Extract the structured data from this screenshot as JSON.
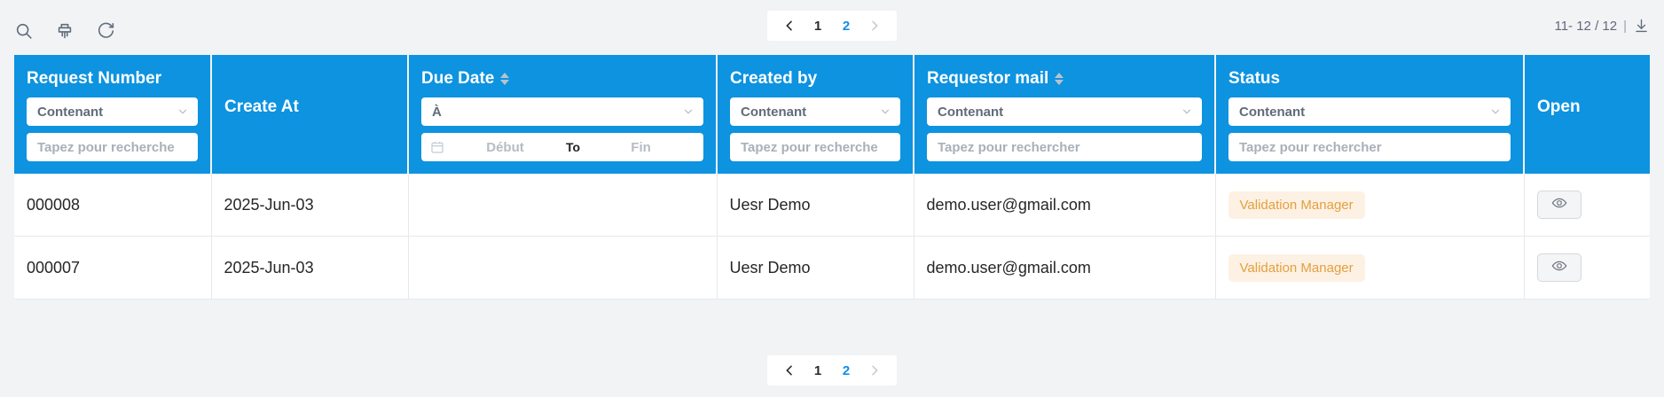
{
  "toolbar": {
    "icons": [
      {
        "name": "search-icon",
        "label": "Search"
      },
      {
        "name": "clear-filter-icon",
        "label": "Clear filters"
      },
      {
        "name": "refresh-icon",
        "label": "Refresh"
      }
    ]
  },
  "pagination": {
    "prev_label": "‹",
    "next_label": "›",
    "pages": [
      "1",
      "2"
    ],
    "active_page": "2",
    "prev_enabled": true,
    "next_enabled": false
  },
  "record_count": {
    "range_text": "11- 12 / 12",
    "separator": "|",
    "download_icon": "download-icon"
  },
  "colors": {
    "header_blue": "#0d93e0",
    "accent_blue": "#108ee9",
    "badge_text": "#e3a040",
    "badge_bg": "#fdf1e3",
    "page_bg": "#f2f3f5"
  },
  "table": {
    "columns": [
      {
        "key": "request_number",
        "title": "Request Number",
        "sortable": false,
        "filter_type": "select-and-text",
        "select_value": "Contenant",
        "input_placeholder": "Tapez pour recherche"
      },
      {
        "key": "create_at",
        "title": "Create At",
        "sortable": false,
        "filter_type": "none"
      },
      {
        "key": "due_date",
        "title": "Due Date",
        "sortable": true,
        "filter_type": "select-and-daterange",
        "select_value": "À",
        "date_start_placeholder": "Début",
        "date_to_label": "To",
        "date_end_placeholder": "Fin"
      },
      {
        "key": "created_by",
        "title": "Created by",
        "sortable": false,
        "filter_type": "select-and-text",
        "select_value": "Contenant",
        "input_placeholder": "Tapez pour recherche"
      },
      {
        "key": "requestor_mail",
        "title": "Requestor mail",
        "sortable": true,
        "filter_type": "select-and-text",
        "select_value": "Contenant",
        "input_placeholder": "Tapez pour rechercher"
      },
      {
        "key": "status",
        "title": "Status",
        "sortable": false,
        "filter_type": "select-and-text",
        "select_value": "Contenant",
        "input_placeholder": "Tapez pour rechercher"
      },
      {
        "key": "open",
        "title": "Open",
        "sortable": false,
        "filter_type": "none"
      }
    ],
    "rows": [
      {
        "request_number": "000008",
        "create_at": "2025-Jun-03",
        "due_date": "",
        "created_by": "Uesr Demo",
        "requestor_mail": "demo.user@gmail.com",
        "status": "Validation Manager",
        "open_icon": "eye-icon"
      },
      {
        "request_number": "000007",
        "create_at": "2025-Jun-03",
        "due_date": "",
        "created_by": "Uesr Demo",
        "requestor_mail": "demo.user@gmail.com",
        "status": "Validation Manager",
        "open_icon": "eye-icon"
      }
    ]
  }
}
